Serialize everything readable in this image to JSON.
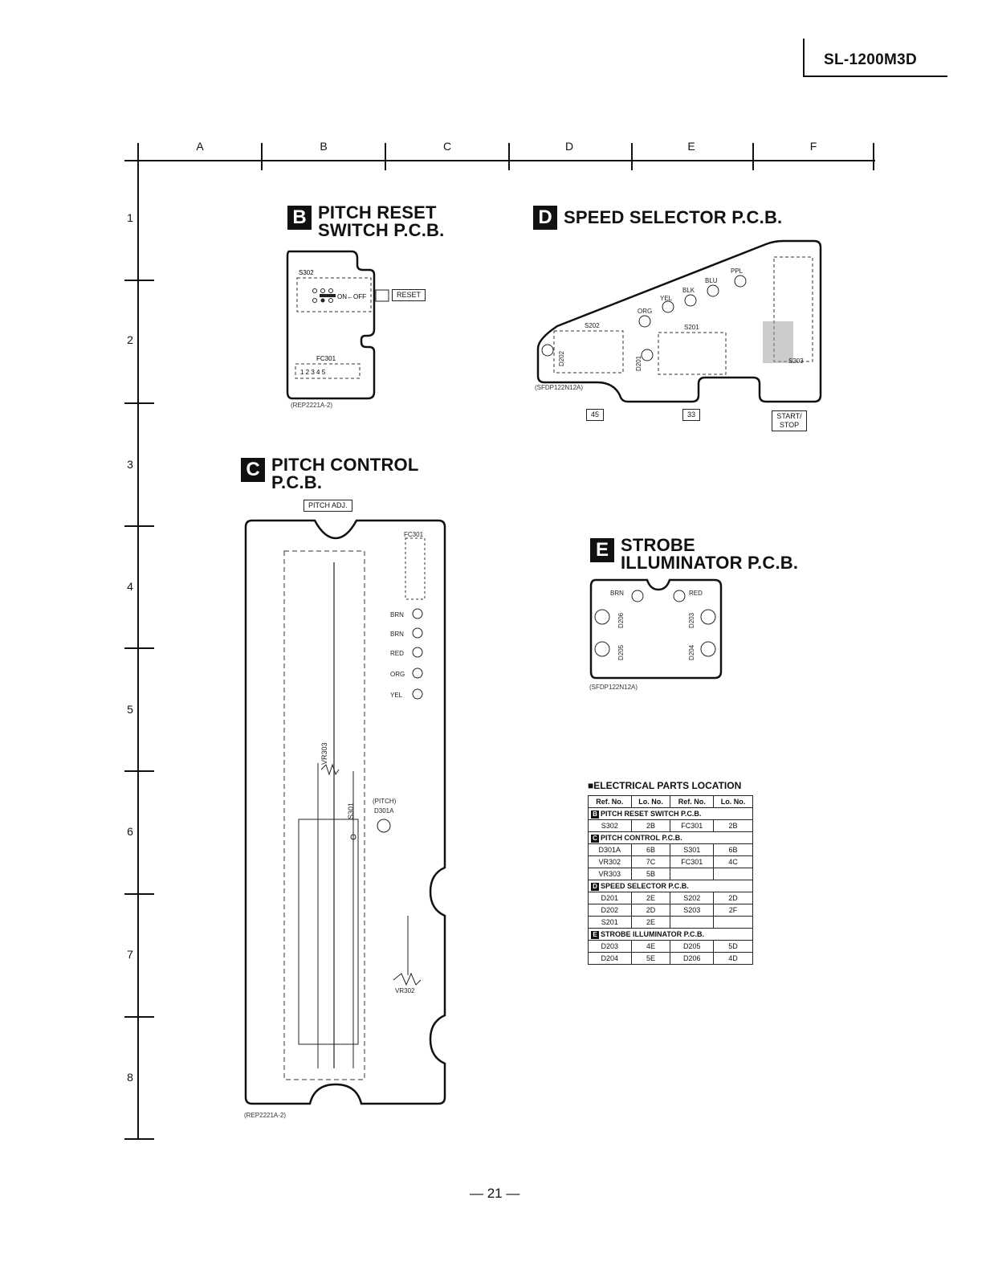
{
  "page": {
    "model": "SL-1200M3D",
    "page_number": "— 21 —"
  },
  "grid": {
    "columns": [
      "A",
      "B",
      "C",
      "D",
      "E",
      "F"
    ],
    "rows": [
      "1",
      "2",
      "3",
      "4",
      "5",
      "6",
      "7",
      "8"
    ]
  },
  "sections": {
    "b": {
      "letter": "B",
      "title_line1": "PITCH RESET",
      "title_line2": "SWITCH P.C.B.",
      "part_code": "(REP2221A-2)",
      "labels": {
        "s302": "S302",
        "on_off": "ON←OFF",
        "fc301": "FC301",
        "pins": "1 2 3 4 5",
        "reset": "RESET"
      }
    },
    "c": {
      "letter": "C",
      "title_line1": "PITCH CONTROL",
      "title_line2": "P.C.B.",
      "pitch_adj": "PITCH ADJ.",
      "part_code": "(REP2221A-2)",
      "labels": {
        "fc301": "FC301",
        "brn1": "BRN",
        "brn2": "BRN",
        "red": "RED",
        "org": "ORG",
        "yel": "YEL",
        "vr303": "VR303",
        "s301": "S301",
        "pitch": "(PITCH)",
        "d301a": "D301A",
        "vr302": "VR302"
      }
    },
    "d": {
      "letter": "D",
      "title": "SPEED SELECTOR P.C.B.",
      "part_code": "(SFDP122N12A)",
      "labels": {
        "s202": "S202",
        "s201": "S201",
        "s203": "S203",
        "d202": "D202",
        "d201": "D201",
        "org": "ORG",
        "yel": "YEL",
        "blk": "BLK",
        "blu": "BLU",
        "ppl": "PPL"
      },
      "buttons": [
        "45",
        "33",
        "START/ STOP"
      ]
    },
    "e": {
      "letter": "E",
      "title_line1": "STROBE",
      "title_line2": "ILLUMINATOR P.C.B.",
      "part_code": "(SFDP122N12A)",
      "labels": {
        "brn": "BRN",
        "red": "RED",
        "d206": "D206",
        "d205": "D205",
        "d203": "D203",
        "d204": "D204"
      }
    }
  },
  "parts_table": {
    "title": "■ELECTRICAL PARTS LOCATION",
    "headers": [
      "Ref. No.",
      "Lo. No.",
      "Ref. No.",
      "Lo. No."
    ],
    "groups": [
      {
        "badge": "B",
        "name": "PITCH RESET SWITCH P.C.B.",
        "rows": [
          [
            "S302",
            "2B",
            "FC301",
            "2B"
          ]
        ]
      },
      {
        "badge": "C",
        "name": "PITCH CONTROL P.C.B.",
        "rows": [
          [
            "D301A",
            "6B",
            "S301",
            "6B"
          ],
          [
            "VR302",
            "7C",
            "FC301",
            "4C"
          ],
          [
            "VR303",
            "5B",
            "",
            ""
          ]
        ]
      },
      {
        "badge": "D",
        "name": "SPEED SELECTOR P.C.B.",
        "rows": [
          [
            "D201",
            "2E",
            "S202",
            "2D"
          ],
          [
            "D202",
            "2D",
            "S203",
            "2F"
          ],
          [
            "S201",
            "2E",
            "",
            ""
          ]
        ]
      },
      {
        "badge": "E",
        "name": "STROBE ILLUMINATOR P.C.B.",
        "rows": [
          [
            "D203",
            "4E",
            "D205",
            "5D"
          ],
          [
            "D204",
            "5E",
            "D206",
            "4D"
          ]
        ]
      }
    ]
  }
}
